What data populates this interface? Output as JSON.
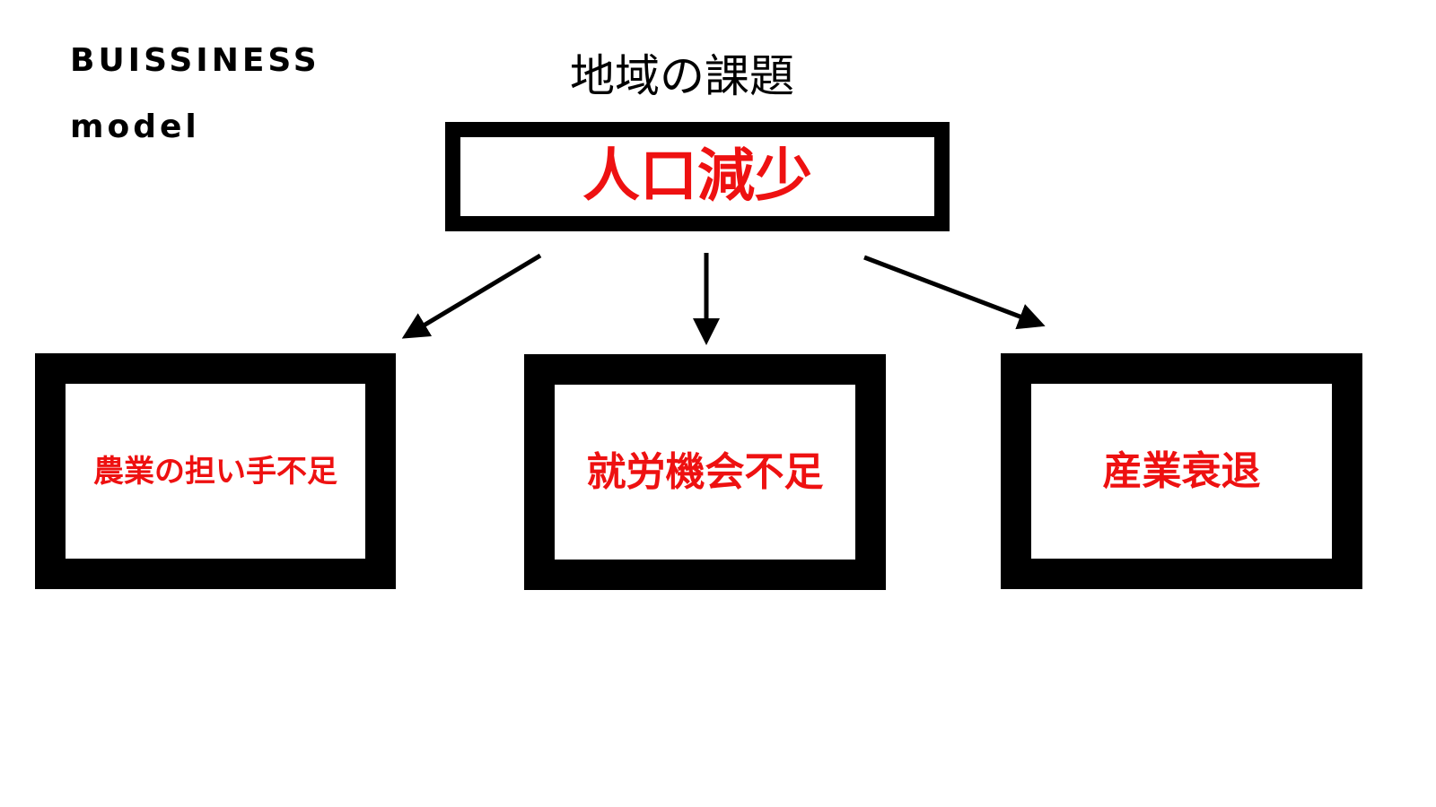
{
  "brand": {
    "line1": "BUISSINESS",
    "line2": "model"
  },
  "diagram": {
    "title": "地域の課題",
    "root": {
      "label": "人口減少"
    },
    "children": [
      {
        "label": "農業の担い手不足"
      },
      {
        "label": "就労機会不足"
      },
      {
        "label": "産業衰退"
      }
    ]
  },
  "colors": {
    "label_red": "#ee1111",
    "border": "#000000",
    "background": "#ffffff"
  }
}
